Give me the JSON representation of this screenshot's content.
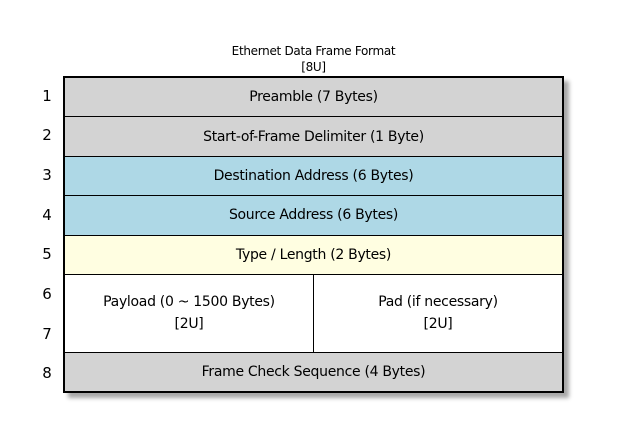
{
  "title": {
    "text": "Ethernet Data Frame Format",
    "subtitle": "[8U]"
  },
  "row_numbers": [
    "1",
    "2",
    "3",
    "4",
    "5",
    "6",
    "7",
    "8"
  ],
  "rows": [
    {
      "label": "Preamble (7 Bytes)",
      "fill": "#d3d3d3",
      "units": 1
    },
    {
      "label": "Start-of-Frame Delimiter (1 Byte)",
      "fill": "#d3d3d3",
      "units": 1
    },
    {
      "label": "Destination Address (6 Bytes)",
      "fill": "#aed8e6",
      "units": 1
    },
    {
      "label": "Source Address (6 Bytes)",
      "fill": "#aed8e6",
      "units": 1
    },
    {
      "label": "Type / Length (2 Bytes)",
      "fill": "#fffee1",
      "units": 1
    },
    {
      "fill": "#ffffff",
      "units": 2,
      "cells": [
        {
          "line1": "Payload (0 ~ 1500 Bytes)",
          "line2": "[2U]"
        },
        {
          "line1": "Pad (if necessary)",
          "line2": "[2U]"
        }
      ]
    },
    {
      "label": "Frame Check Sequence (4 Bytes)",
      "fill": "#d3d3d3",
      "units": 1
    }
  ],
  "colors": {
    "gray": "#d3d3d3",
    "blue": "#aed8e6",
    "yellow": "#fffee1",
    "white": "#ffffff",
    "border": "#000000",
    "background": "#ffffff",
    "text": "#000000"
  }
}
